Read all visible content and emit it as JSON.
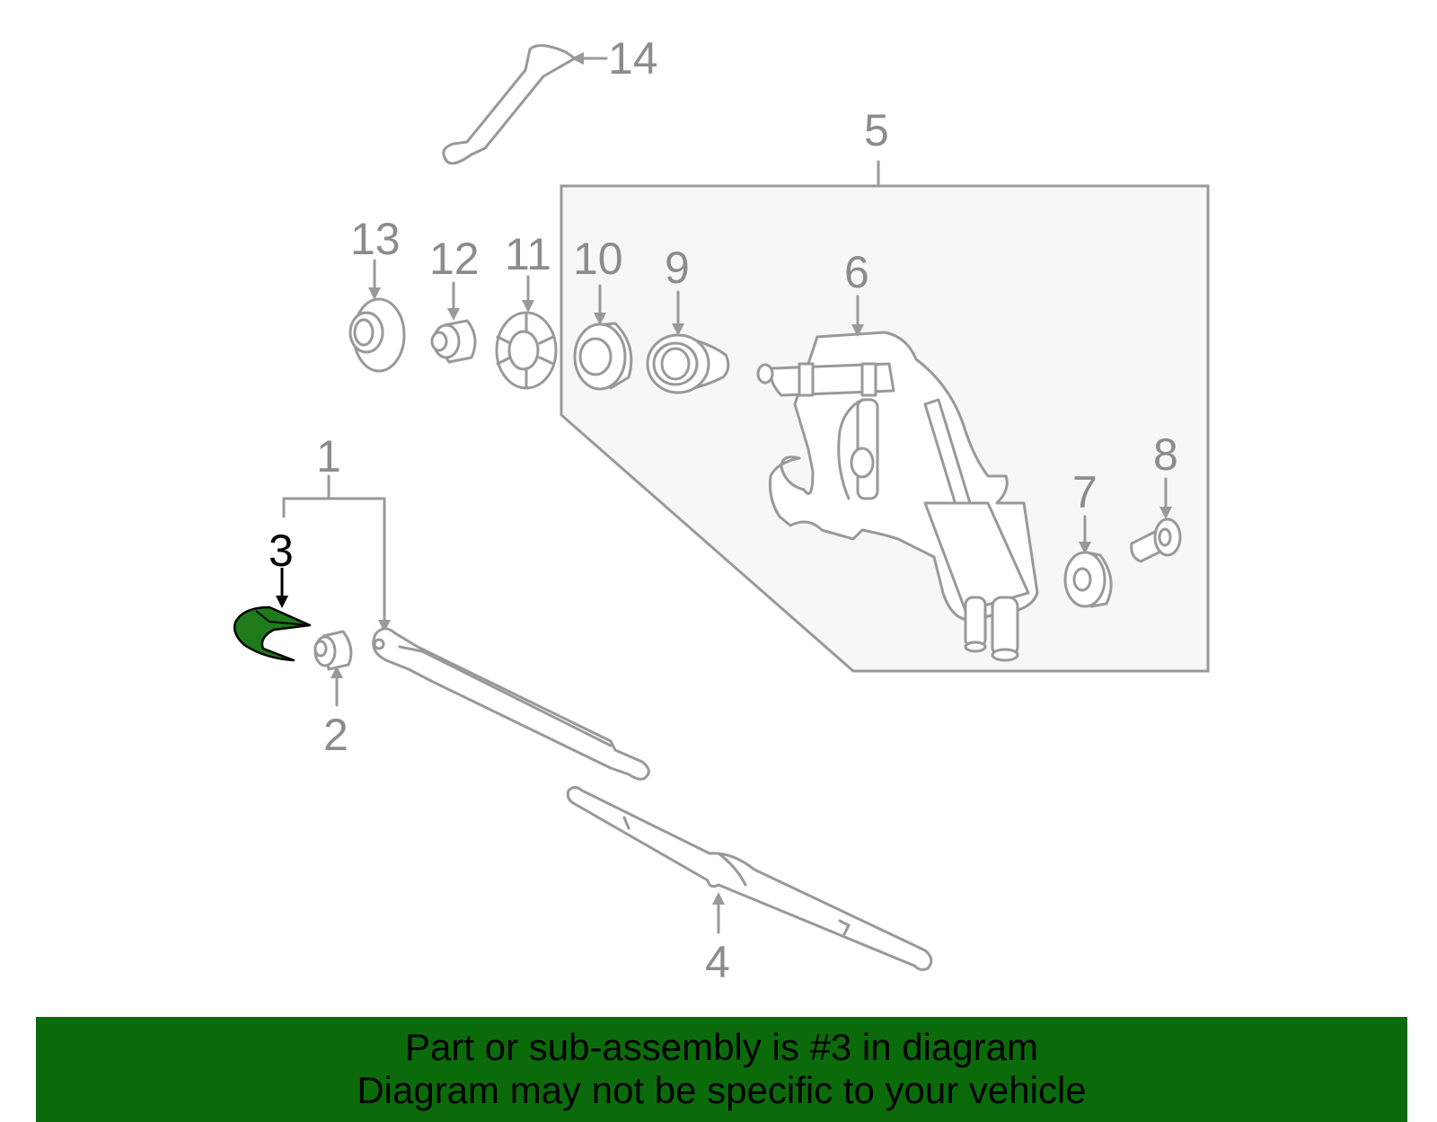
{
  "callouts": {
    "c1": "1",
    "c2": "2",
    "c3": "3",
    "c4": "4",
    "c5": "5",
    "c6": "6",
    "c7": "7",
    "c8": "8",
    "c9": "9",
    "c10": "10",
    "c11": "11",
    "c12": "12",
    "c13": "13",
    "c14": "14"
  },
  "highlighted_part": "3",
  "colors": {
    "highlight": "#1f7a1a",
    "banner": "#0b6b0b",
    "lines": "#999999"
  },
  "banner": {
    "line1": "Part or sub-assembly is #3 in diagram",
    "line2": "Diagram may not be specific to your vehicle"
  }
}
